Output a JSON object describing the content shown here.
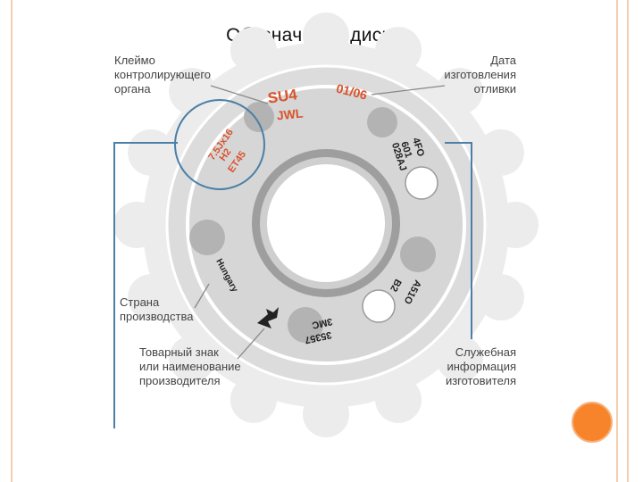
{
  "title": "Обозначения дисков.",
  "labels": {
    "inspector_stamp": "Клеймо\nконтролирующего\nоргана",
    "cast_date": "Дата\nизготовления\nотливки",
    "country": "Страна\nпроизводства",
    "trademark": "Товарный знак\nили наименование\nпроизводителя",
    "service_info": "Служебная\nинформация\nизготовителя"
  },
  "wheel_markings": {
    "stamp": "SU4",
    "maker_code": "JWL",
    "date": "01/06",
    "size": "7.5Jx16",
    "hub": "H2",
    "offset": "ET45",
    "code_right": "4FO",
    "code_right_2": "601",
    "code_right_3": "028AJ",
    "code_lower_right": "A51O",
    "code_lower_right_2": "B2",
    "code_bottom": "35357",
    "code_bottom_2": "3MC",
    "country_text": "Hungary"
  },
  "colors": {
    "accent": "#f7842a",
    "marking_red": "#d9532c",
    "callout_blue": "#4a7fa6"
  },
  "icons": [
    "bird-trademark-icon"
  ]
}
